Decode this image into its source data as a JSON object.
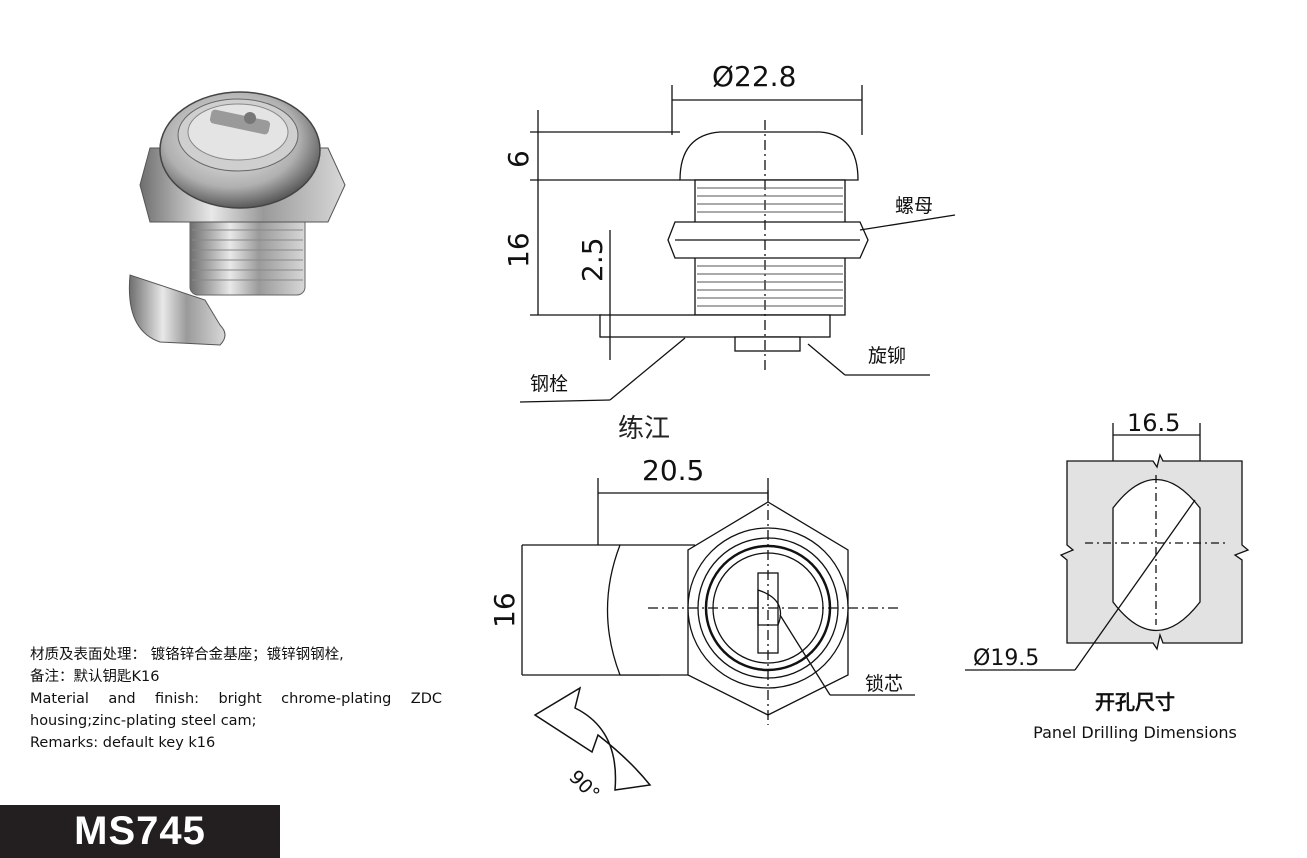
{
  "drawing": {
    "top_dims": {
      "diameter": "Ø22.8",
      "cap_height": "6",
      "body_height": "16",
      "cam_offset": "2.5"
    },
    "top_labels": {
      "nut": "螺母",
      "rivet": "旋铆",
      "steel_cam": "钢栓"
    },
    "note": "练江",
    "front_dims": {
      "width": "20.5",
      "height": "16"
    },
    "front_labels": {
      "core": "锁芯",
      "rotation": "90°"
    },
    "panel": {
      "slot_width": "16.5",
      "hole_diameter": "Ø19.5",
      "caption_cn": "开孔尺寸",
      "caption_en": "Panel Drilling Dimensions"
    }
  },
  "spec": {
    "cn_line1": "材质及表面处理： 镀铬锌合金基座；镀锌钢钢栓,",
    "cn_line2": "备注：默认钥匙K16",
    "en_line1": "Material and finish: bright chrome-plating ZDC",
    "en_line2": "housing;zinc-plating steel cam;",
    "en_line3": "Remarks: default key k16"
  },
  "model": "MS745"
}
